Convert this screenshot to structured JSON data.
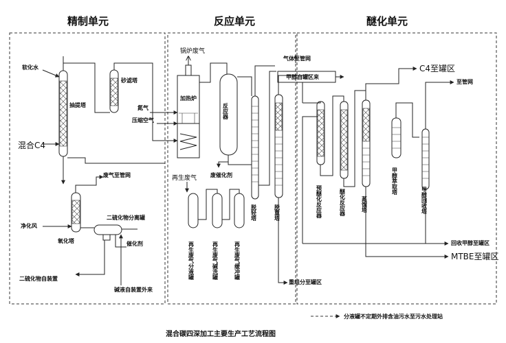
{
  "sections": {
    "refine": "精制单元",
    "reaction": "反应单元",
    "ether": "醚化单元"
  },
  "caption": "混合碳四深加工主要生产工艺流程图",
  "legend": "分液罐不定期外排含油污水至污水处理站",
  "labels": {
    "soft_water": "软化水",
    "mix_c4": "混合C4",
    "extract_tower": "抽提塔",
    "sand_filter": "砂滤塔",
    "boiler_flue": "锅炉废气",
    "heating_furnace": "加热炉",
    "nitrogen": "氮气",
    "compressed_air": "压缩空气",
    "reactor": "反应器",
    "spent_catalyst": "废催化剂",
    "regen_gas": "再生废气",
    "light_tower": "脱轻塔",
    "heavy_tower": "脱重塔",
    "c8_tank": "重组分至罐区",
    "purified_air": "净化风",
    "oxidation_tower": "氧化塔",
    "flue_to_pipe": "废气至管网",
    "disulfide_sep": "二硫化物分离罐",
    "catalyst": "催化剂",
    "disulfide_unit": "二硫化物自装置",
    "caustic": "碱液自装置外来",
    "regen_sep_tank": "再生废气分液罐",
    "regen_wash_tank": "再生废气碱洗罐",
    "regen_buffer_tank": "再生废气缓冲罐",
    "gas_to_pipe": "气体至管网",
    "methanol_from_tank": "甲醇自罐区来",
    "pre_ether_reactor": "预醚化反应器",
    "ether_reactor": "醚化反应器",
    "distill_tower": "蒸馏塔",
    "methanol_extract": "甲醇萃取塔",
    "methanol_recovery": "甲醇回收塔",
    "c4_to_tank": "C4至罐区",
    "to_pipe": "至管网",
    "recycle_methanol": "回收甲醇至罐区",
    "mtbe_to_tank": "MTBE至罐区"
  }
}
